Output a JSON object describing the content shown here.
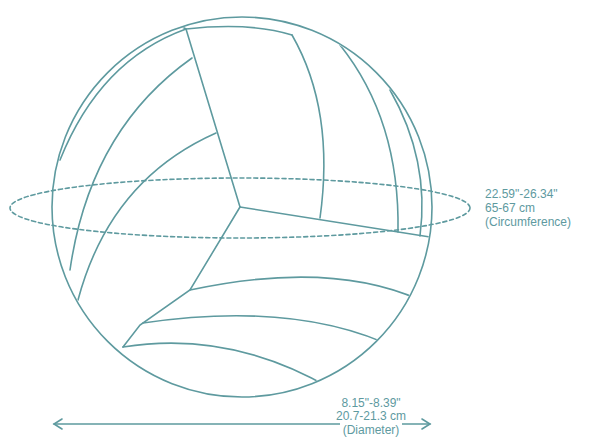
{
  "diagram": {
    "labels": [
      "22.59\"-26.34\"",
      "65-67 cm",
      "(Circumference)",
      "8.15\"-8.39\"",
      "20.7-21.3 cm",
      "(Diameter)"
    ]
  }
}
